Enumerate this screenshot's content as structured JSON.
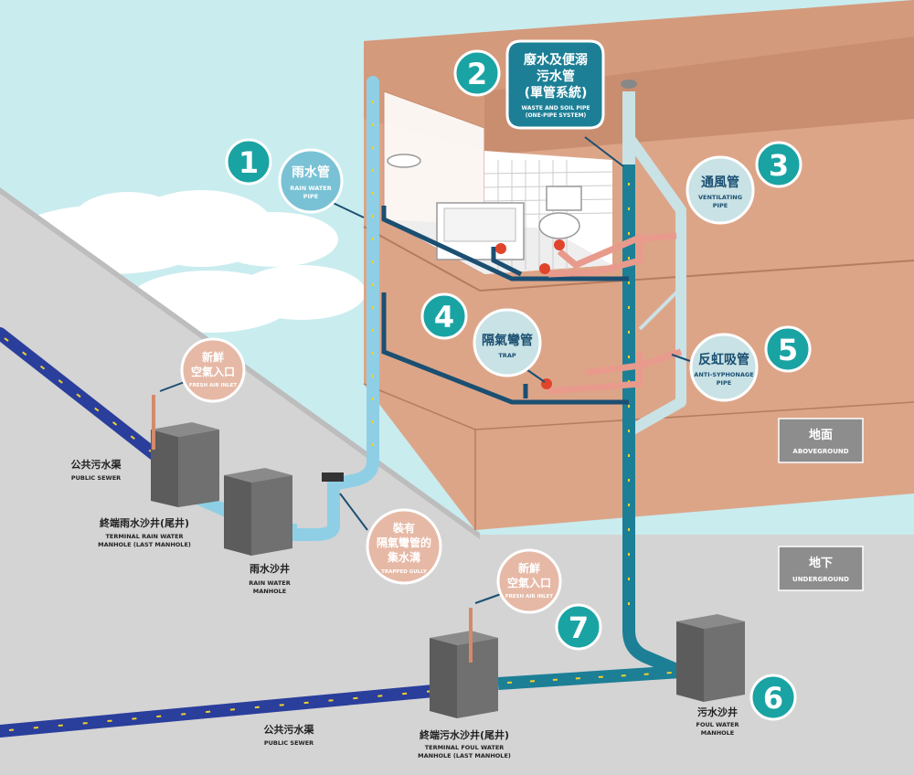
{
  "callouts": [
    {
      "num": "1",
      "zh": "雨水管",
      "en": [
        "RAIN WATER",
        "PIPE"
      ]
    },
    {
      "num": "2",
      "zh": [
        "廢水及便溺",
        "污水管",
        "(單管系統)"
      ],
      "en": [
        "WASTE AND SOIL PIPE",
        "(ONE-PIPE SYSTEM)"
      ]
    },
    {
      "num": "3",
      "zh": "通風管",
      "en": [
        "VENTILATING",
        "PIPE"
      ]
    },
    {
      "num": "4",
      "zh": "隔氣彎管",
      "en": [
        "TRAP"
      ]
    },
    {
      "num": "5",
      "zh": "反虹吸管",
      "en": [
        "ANTI-SYPHONAGE",
        "PIPE"
      ]
    },
    {
      "num": "6",
      "zh": "污水沙井",
      "en": [
        "FOUL WATER",
        "MANHOLE"
      ]
    },
    {
      "num": "7",
      "zh": [
        "終端污水沙井(尾井)"
      ],
      "en": [
        "TERMINAL FOUL WATER",
        "MANHOLE (LAST MANHOLE)"
      ]
    }
  ],
  "inlets": [
    {
      "zh": [
        "新鮮",
        "空氣入口"
      ],
      "en": "FRESH AIR INLET"
    },
    {
      "zh": [
        "新鮮",
        "空氣入口"
      ],
      "en": "FRESH AIR INLET"
    }
  ],
  "gully": {
    "zh": [
      "裝有",
      "隔氣彎管的",
      "集水溝"
    ],
    "en": "TRAPPED GULLY"
  },
  "sewer_left": {
    "zh": "公共污水渠",
    "en": "PUBLIC SEWER"
  },
  "sewer_bottom": {
    "zh": "公共污水渠",
    "en": "PUBLIC SEWER"
  },
  "terminal_rain": {
    "zh": "終端雨水沙井(尾井)",
    "en": [
      "TERMINAL RAIN WATER",
      "MANHOLE (LAST MANHOLE)"
    ]
  },
  "rain_manhole": {
    "zh": "雨水沙井",
    "en": [
      "RAIN WATER",
      "MANHOLE"
    ]
  },
  "levels": {
    "above": {
      "zh": "地面",
      "en": "ABOVEGROUND"
    },
    "below": {
      "zh": "地下",
      "en": "UNDERGROUND"
    }
  },
  "colors": {
    "sky": "#c9ecef",
    "ground": "#d4d4d4",
    "building": "#dda588",
    "building_dark": "#c98e70",
    "teal": "#1c7f96",
    "teal_dark": "#125c6e",
    "light_pipe": "#c9e2e5",
    "rain_pipe": "#8fcfe5",
    "sewer": "#2a3e9c",
    "pink_pipe": "#e89a8c",
    "manhole": "#6d6d6d",
    "arrow": "#f2d12a",
    "level_box": "#8d8d8d"
  }
}
